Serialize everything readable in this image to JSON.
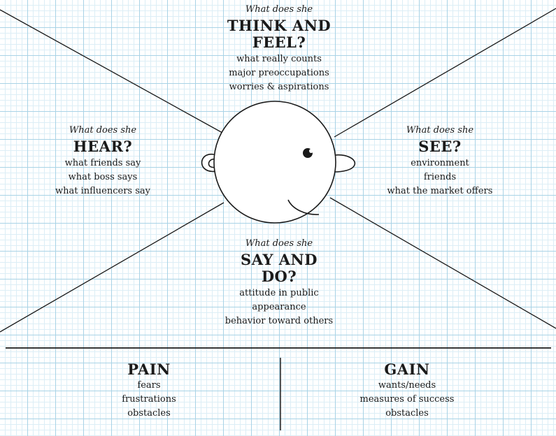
{
  "think_feel": {
    "question": "What does she",
    "heading_line1": "THINK AND",
    "heading_line2": "FEEL?",
    "items": [
      "what really counts",
      "major preoccupations",
      "worries & aspirations"
    ]
  },
  "hear": {
    "question": "What does she",
    "heading": "HEAR?",
    "items": [
      "what friends say",
      "what boss says",
      "what influencers say"
    ]
  },
  "see": {
    "question": "What does she",
    "heading": "SEE?",
    "items": [
      "environment",
      "friends",
      "what the market offers"
    ]
  },
  "say_do": {
    "question": "What does she",
    "heading_line1": "SAY AND",
    "heading_line2": "DO?",
    "items": [
      "attitude in public",
      "appearance",
      "behavior toward others"
    ]
  },
  "pain": {
    "heading": "PAIN",
    "items": [
      "fears",
      "frustrations",
      "obstacles"
    ]
  },
  "gain": {
    "heading": "GAIN",
    "items": [
      "wants/needs",
      "measures of success",
      "obstacles"
    ]
  }
}
